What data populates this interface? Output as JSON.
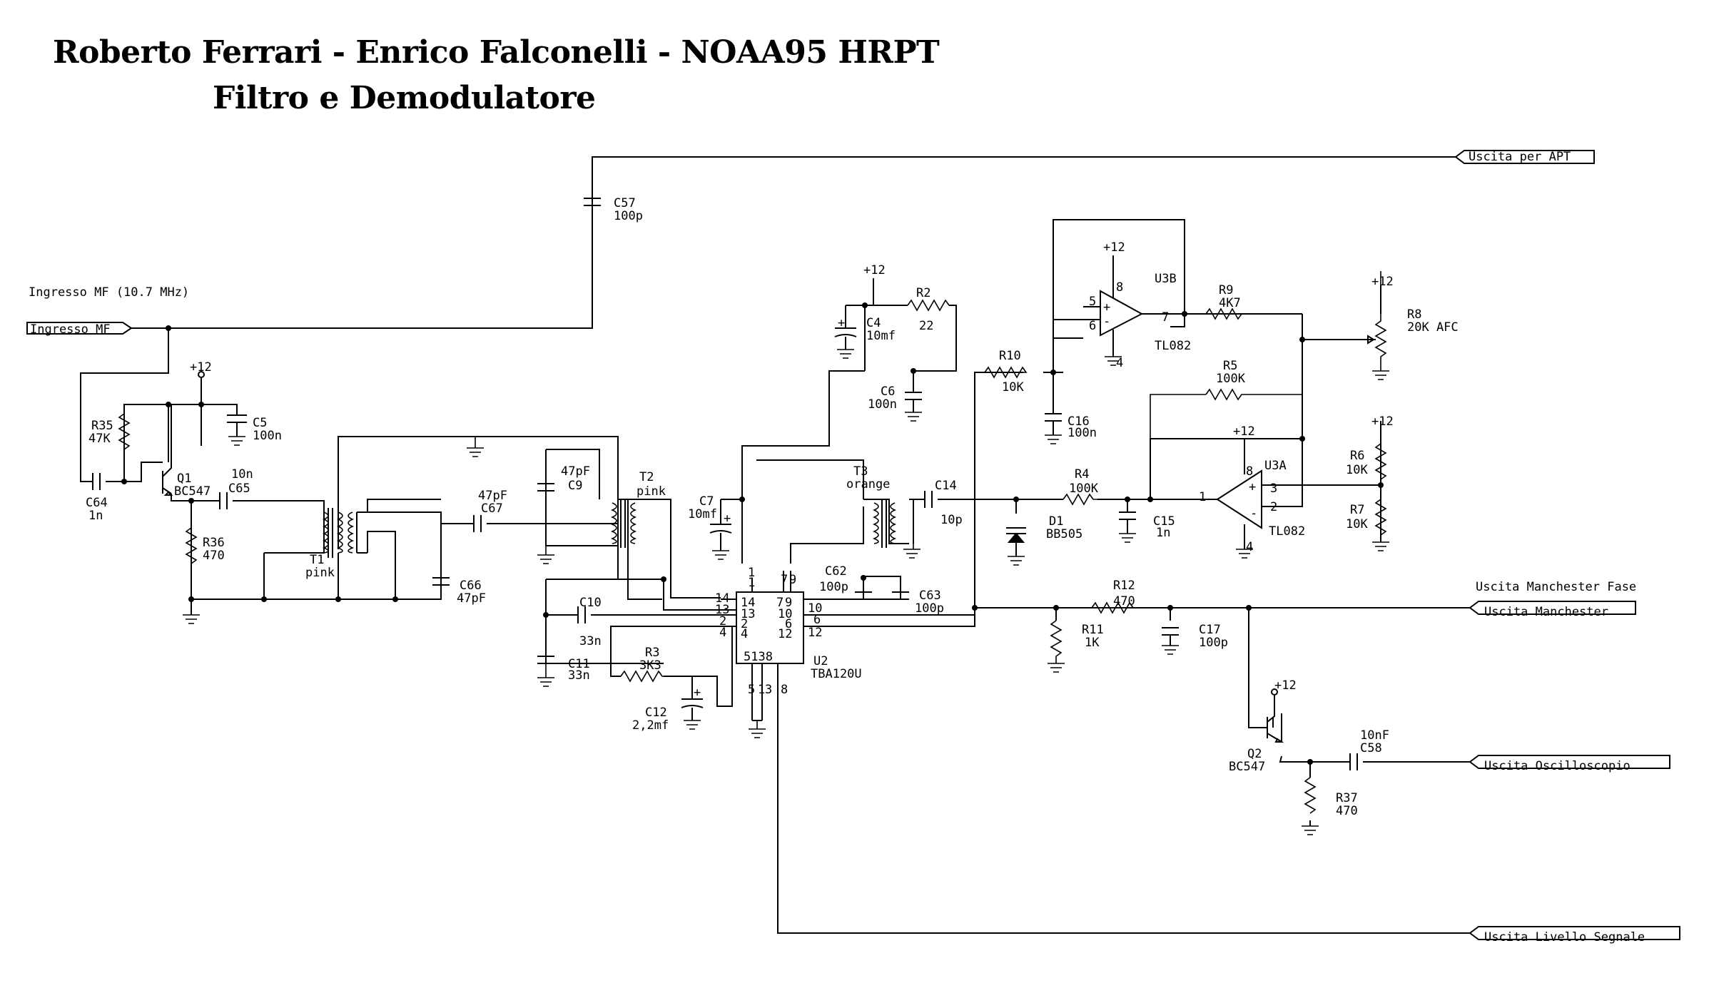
{
  "title": {
    "line1": "Roberto Ferrari - Enrico Falconelli - NOAA95 HRPT",
    "line2": "Filtro e Demodulatore"
  },
  "colors": {
    "background": "#ffffff",
    "ink": "#000000"
  },
  "ports": {
    "apt": "Uscita per APT",
    "ingresso": "Ingresso MF",
    "ingresso_note": "Ingresso MF (10.7 MHz)",
    "manchester_fase": "Uscita Manchester Fase",
    "manchester": "Uscita Manchester",
    "oscilloscopio": "Uscita Oscilloscopio",
    "livello": "Uscita Livello Segnale"
  },
  "supply": "+12",
  "components": {
    "c57": {
      "ref": "C57",
      "value": "100p"
    },
    "c5": {
      "ref": "C5",
      "value": "100n"
    },
    "r35": {
      "ref": "R35",
      "value": "47K"
    },
    "q1": {
      "ref": "Q1",
      "value": "BC547"
    },
    "c64": {
      "ref": "C64",
      "value": "1n"
    },
    "c65": {
      "ref": "C65",
      "value": "10n"
    },
    "r36": {
      "ref": "R36",
      "value": "470"
    },
    "t1": {
      "ref": "T1",
      "value": "pink"
    },
    "c67": {
      "ref": "C67",
      "value": "47pF"
    },
    "c66": {
      "ref": "C66",
      "value": "47pF"
    },
    "c9": {
      "ref": "C9",
      "value": "47pF"
    },
    "t2": {
      "ref": "T2",
      "value": "pink"
    },
    "c7": {
      "ref": "C7",
      "value": "10mf"
    },
    "c10": {
      "ref": "C10",
      "value": "33n"
    },
    "c11": {
      "ref": "C11",
      "value": "33n"
    },
    "r3": {
      "ref": "R3",
      "value": "3K3"
    },
    "c12": {
      "ref": "C12",
      "value": "2,2mf"
    },
    "u2": {
      "ref": "U2",
      "value": "TBA120U",
      "body": "5138"
    },
    "c4": {
      "ref": "C4",
      "value": "10mf"
    },
    "r2": {
      "ref": "R2",
      "value": "22"
    },
    "c6": {
      "ref": "C6",
      "value": "100n"
    },
    "t3": {
      "ref": "T3",
      "value": "orange"
    },
    "c14": {
      "ref": "C14",
      "value": "10p"
    },
    "c62": {
      "ref": "C62",
      "value": "100p"
    },
    "c63": {
      "ref": "C63",
      "value": "100p"
    },
    "d1": {
      "ref": "D1",
      "value": "BB505"
    },
    "r4": {
      "ref": "R4",
      "value": "100K"
    },
    "c15": {
      "ref": "C15",
      "value": "1n"
    },
    "r10": {
      "ref": "R10",
      "value": "10K"
    },
    "c16": {
      "ref": "C16",
      "value": "100n"
    },
    "u3b": {
      "ref": "U3B",
      "value": "TL082"
    },
    "r9": {
      "ref": "R9",
      "value": "4K7"
    },
    "r8": {
      "ref": "R8",
      "value": "20K AFC"
    },
    "r5": {
      "ref": "R5",
      "value": "100K"
    },
    "u3a": {
      "ref": "U3A",
      "value": "TL082"
    },
    "r6": {
      "ref": "R6",
      "value": "10K"
    },
    "r7": {
      "ref": "R7",
      "value": "10K"
    },
    "r11": {
      "ref": "R11",
      "value": "1K"
    },
    "r12": {
      "ref": "R12",
      "value": "470"
    },
    "c17": {
      "ref": "C17",
      "value": "100p"
    },
    "q2": {
      "ref": "Q2",
      "value": "BC547"
    },
    "c58": {
      "ref": "C58",
      "value": "10nF"
    },
    "r37": {
      "ref": "R37",
      "value": "470"
    }
  },
  "pins": {
    "u2_left": [
      "14",
      "13",
      "2",
      "4"
    ],
    "u2_left_outer": [
      "14",
      "13",
      "2",
      "4"
    ],
    "u2_right": [
      "10",
      "6",
      "12"
    ],
    "u2_right_outer": [
      "10",
      "6",
      "12"
    ],
    "u2_top": [
      "1",
      "7",
      "9"
    ],
    "u2_top_outer": [
      "1",
      "7",
      "9"
    ],
    "u2_bottom": [
      "5",
      "1",
      "3",
      "8"
    ],
    "u3b": [
      "8",
      "5",
      "6",
      "7",
      "4"
    ],
    "u3a": [
      "8",
      "1",
      "3",
      "2",
      "4"
    ]
  }
}
